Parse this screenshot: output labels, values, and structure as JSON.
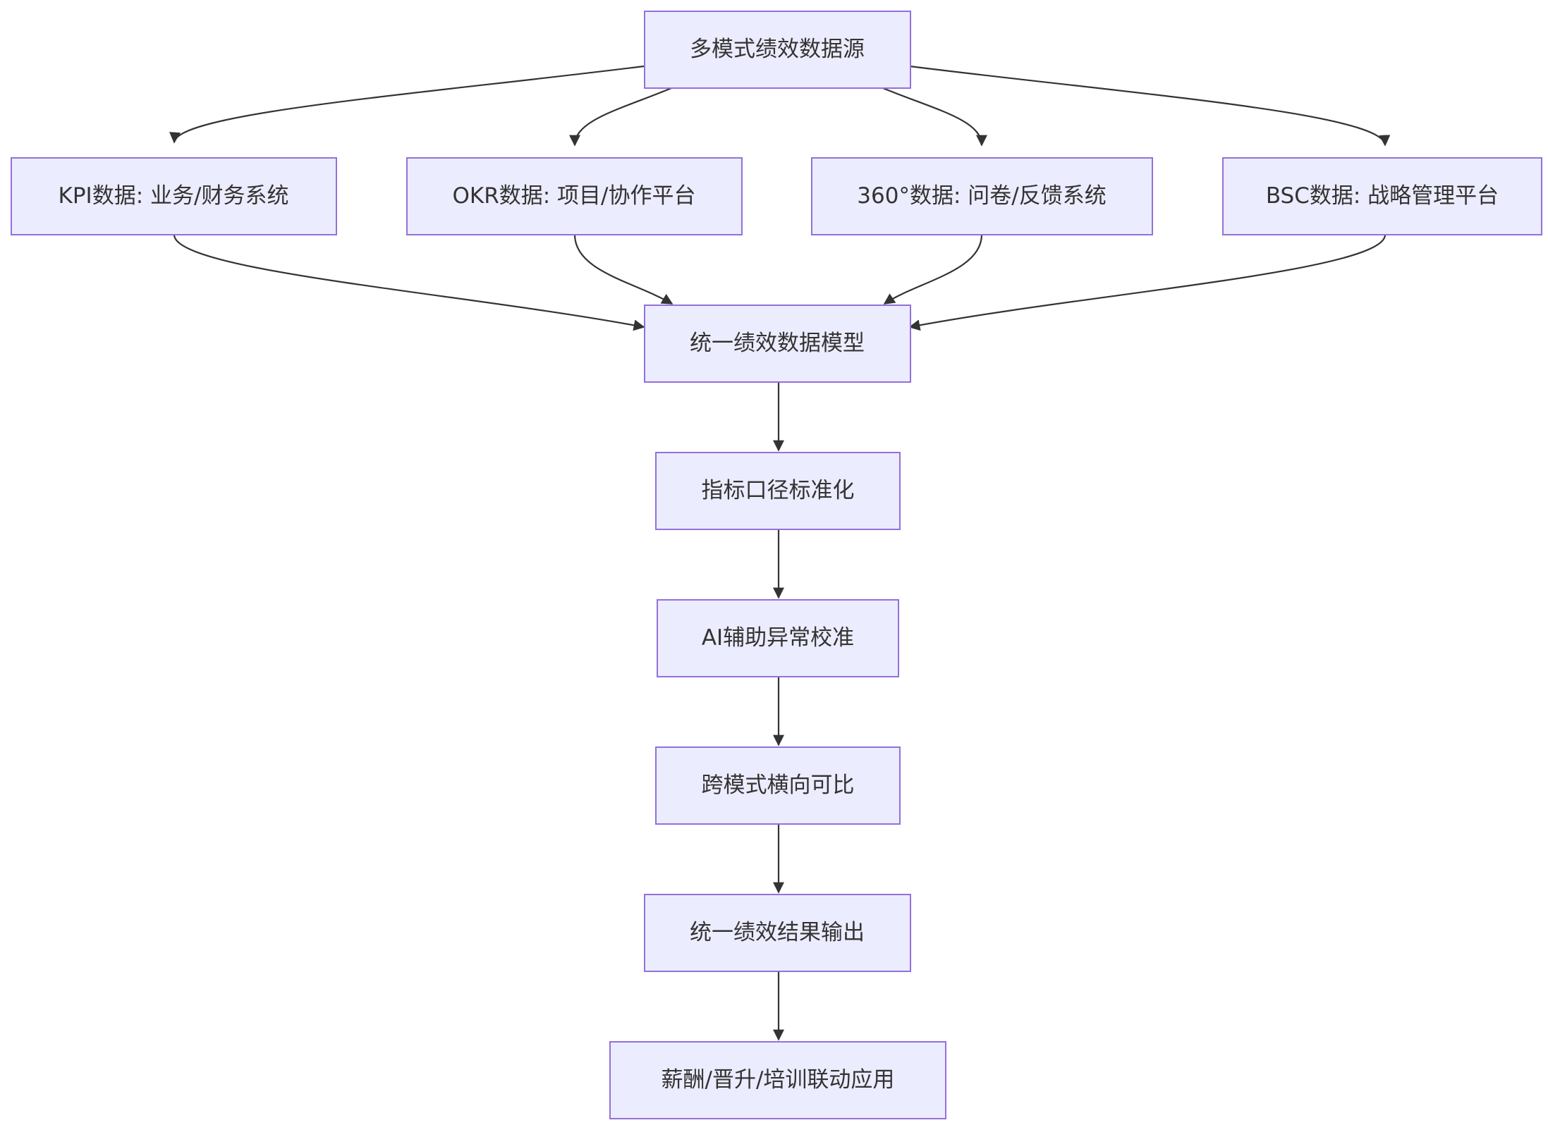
{
  "diagram": {
    "type": "flowchart",
    "nodes": [
      {
        "id": "source",
        "label": "多模式绩效数据源"
      },
      {
        "id": "kpi",
        "label": "KPI数据: 业务/财务系统"
      },
      {
        "id": "okr",
        "label": "OKR数据: 项目/协作平台"
      },
      {
        "id": "r360",
        "label": "360°数据: 问卷/反馈系统"
      },
      {
        "id": "bsc",
        "label": "BSC数据: 战略管理平台"
      },
      {
        "id": "model",
        "label": "统一绩效数据模型"
      },
      {
        "id": "standard",
        "label": "指标口径标准化"
      },
      {
        "id": "ai",
        "label": "AI辅助异常校准"
      },
      {
        "id": "compare",
        "label": "跨模式横向可比"
      },
      {
        "id": "output",
        "label": "统一绩效结果输出"
      },
      {
        "id": "apply",
        "label": "薪酬/晋升/培训联动应用"
      }
    ],
    "edges": [
      {
        "from": "source",
        "to": "kpi"
      },
      {
        "from": "source",
        "to": "okr"
      },
      {
        "from": "source",
        "to": "r360"
      },
      {
        "from": "source",
        "to": "bsc"
      },
      {
        "from": "kpi",
        "to": "model"
      },
      {
        "from": "okr",
        "to": "model"
      },
      {
        "from": "r360",
        "to": "model"
      },
      {
        "from": "bsc",
        "to": "model"
      },
      {
        "from": "model",
        "to": "standard"
      },
      {
        "from": "standard",
        "to": "ai"
      },
      {
        "from": "ai",
        "to": "compare"
      },
      {
        "from": "compare",
        "to": "output"
      },
      {
        "from": "output",
        "to": "apply"
      }
    ]
  }
}
